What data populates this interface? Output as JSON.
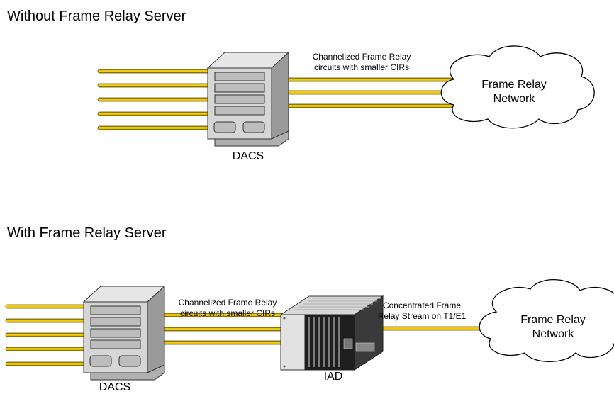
{
  "top_section": {
    "heading": "Without Frame Relay Server",
    "circuit_label_line1": "Channelized Frame Relay",
    "circuit_label_line2": "circuits with smaller CIRs",
    "device_label": "DACS",
    "cloud_line1": "Frame Relay",
    "cloud_line2": "Network"
  },
  "bottom_section": {
    "heading": "With Frame Relay Server",
    "circuit_label_line1": "Channelized Frame Relay",
    "circuit_label_line2": "circuits with smaller CIRs",
    "device_label": "DACS",
    "iad_label": "IAD",
    "stream_label_line1": "Concentrated Frame",
    "stream_label_line2": "Relay Stream on T1/E1",
    "cloud_line1": "Frame Relay",
    "cloud_line2": "Network"
  },
  "colors": {
    "line_gold": "#f0c400",
    "line_edge": "#5a5000",
    "device_face": "#d4d4d4",
    "device_shade": "#8a8a8a"
  }
}
